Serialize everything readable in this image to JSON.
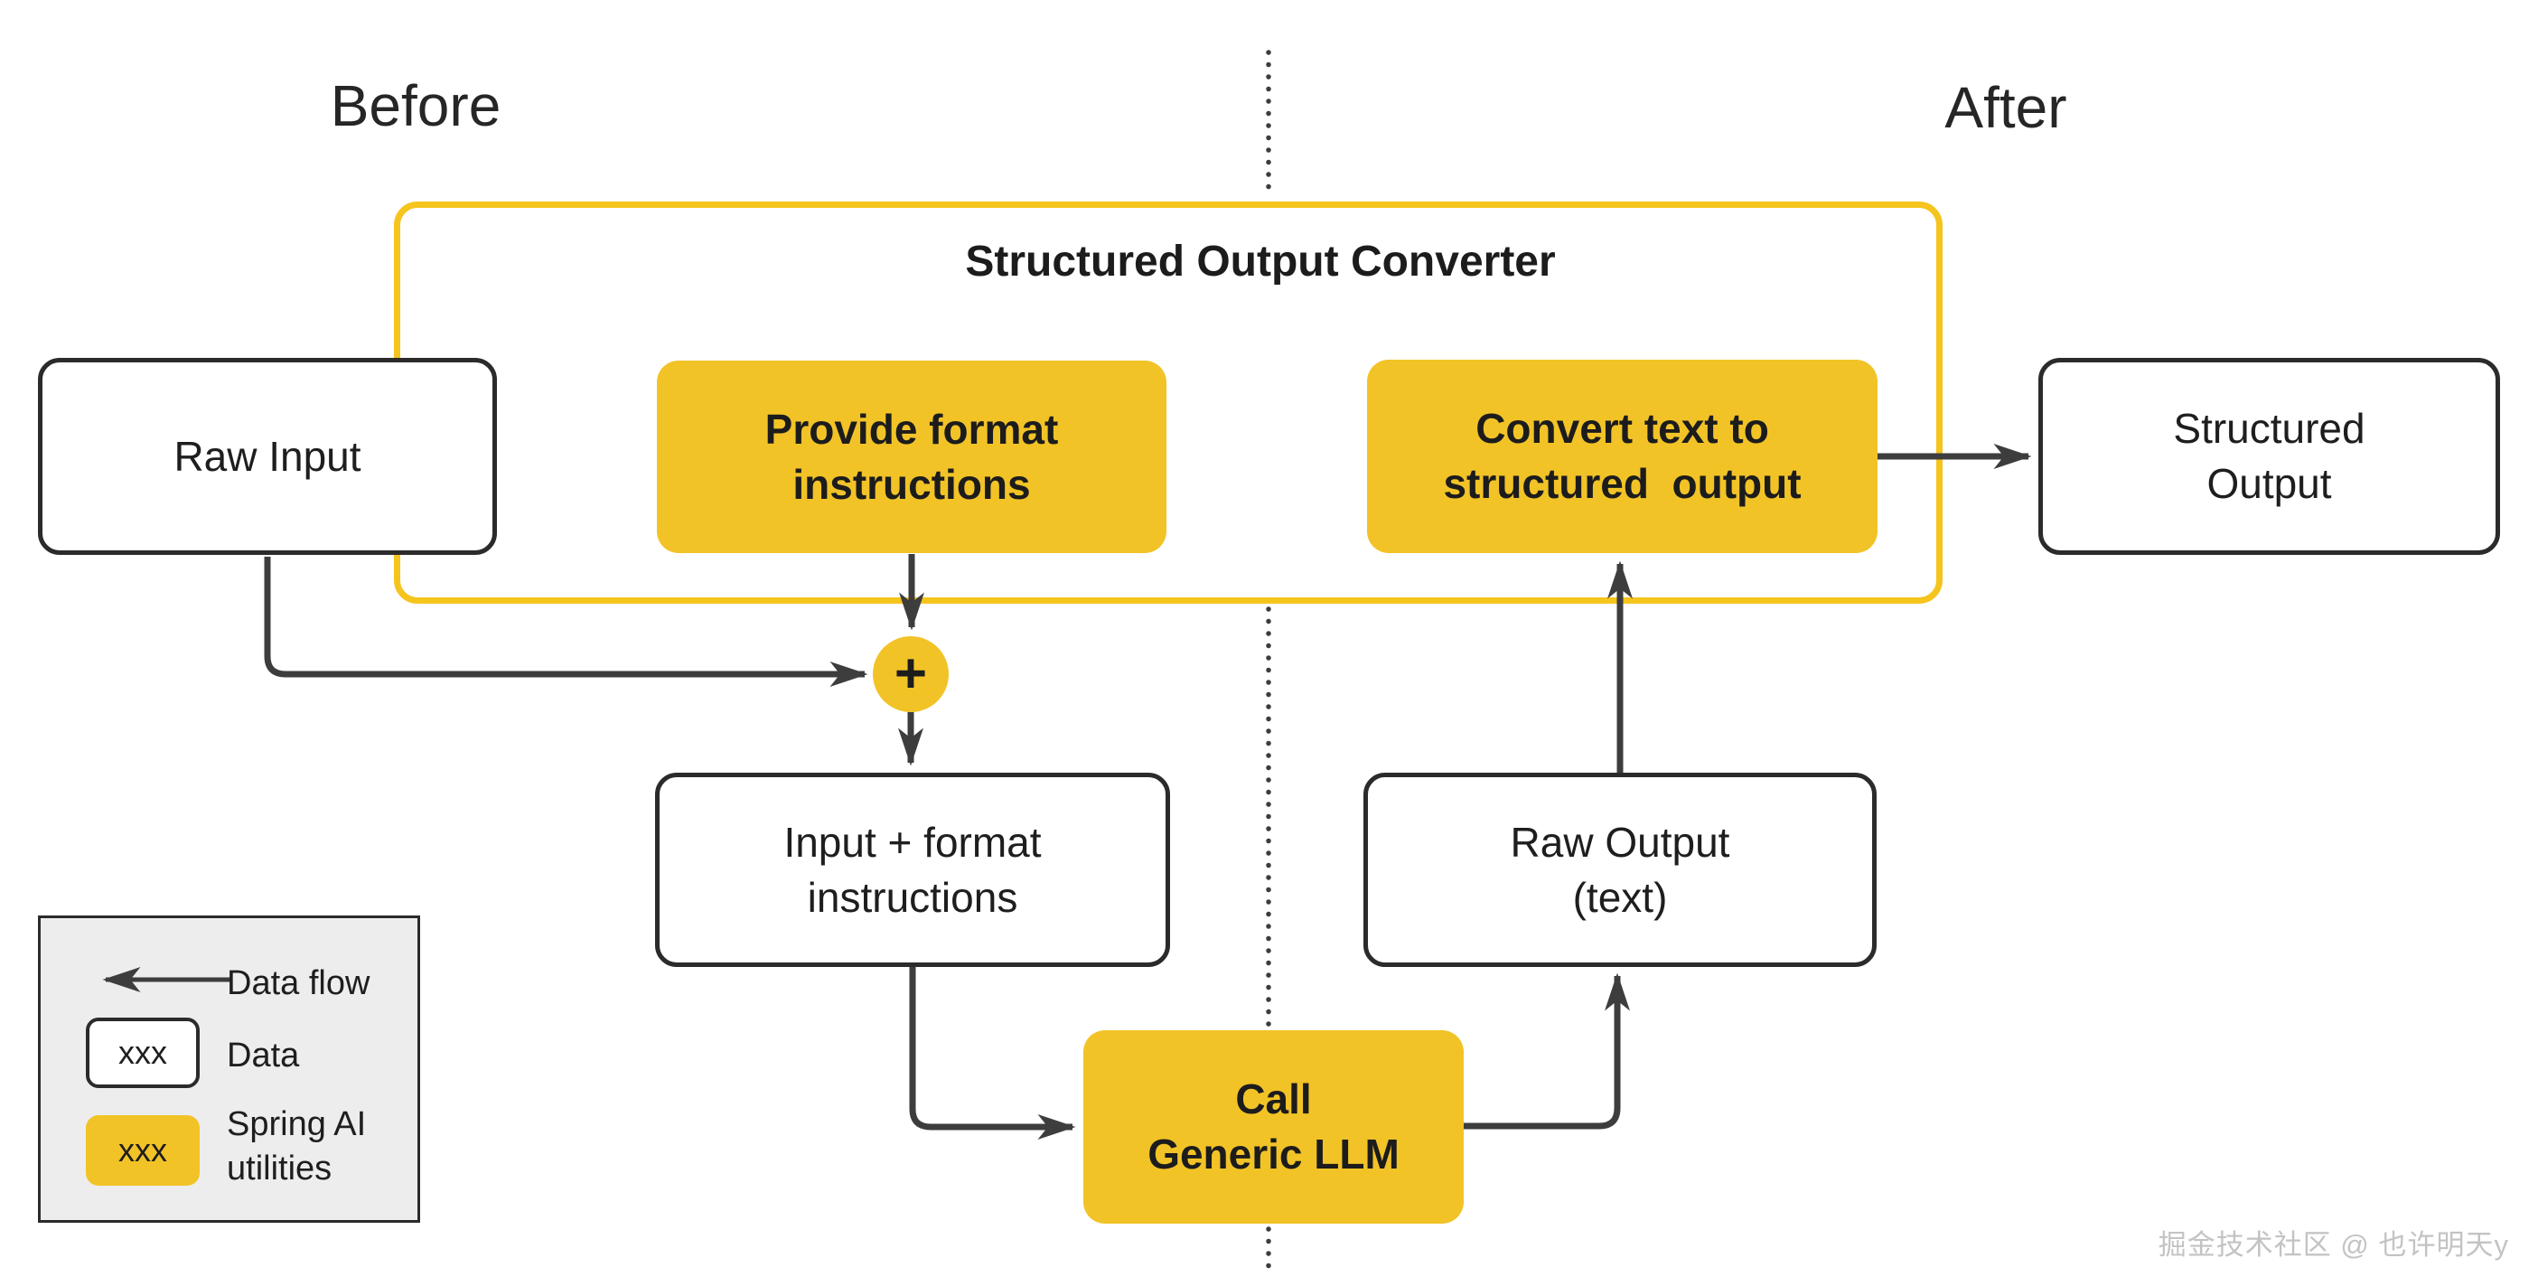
{
  "header": {
    "before_label": "Before",
    "after_label": "After"
  },
  "converter": {
    "title": "Structured Output Converter",
    "provide_box": {
      "line1": "Provide format",
      "line2": "instructions"
    },
    "convert_box": {
      "line1": "Convert text to",
      "line2": "structured  output"
    }
  },
  "nodes": {
    "raw_input": {
      "label": "Raw Input"
    },
    "structured_output": {
      "line1": "Structured",
      "line2": "Output"
    },
    "input_format": {
      "line1": "Input + format",
      "line2": "instructions"
    },
    "raw_output": {
      "line1": "Raw Output",
      "line2": "(text)"
    },
    "call_llm": {
      "line1": "Call",
      "line2": "Generic LLM"
    },
    "plus_junction": {
      "symbol": "+"
    }
  },
  "edges": [
    {
      "from": "raw-input",
      "to": "plus-junction"
    },
    {
      "from": "provide-format-instructions",
      "to": "plus-junction"
    },
    {
      "from": "plus-junction",
      "to": "input-format-instructions"
    },
    {
      "from": "input-format-instructions",
      "to": "call-generic-llm"
    },
    {
      "from": "call-generic-llm",
      "to": "raw-output"
    },
    {
      "from": "raw-output",
      "to": "convert-text-to-structured-output"
    },
    {
      "from": "convert-text-to-structured-output",
      "to": "structured-output"
    }
  ],
  "legend": {
    "flow_label": "Data flow",
    "data_sample": "xxx",
    "data_label": "Data",
    "utility_sample": "xxx",
    "utility_line1": "Spring AI",
    "utility_line2": "utilities"
  },
  "watermark": "掘金技术社区 @ 也许明天y",
  "colors": {
    "utility_yellow": "#F2C327",
    "container_border_yellow": "#F5C41D",
    "flow_stroke": "#3D3D3D",
    "data_box_border": "#2B2B2B",
    "legend_background": "#EDEDED",
    "text_dark": "#1E1E1E",
    "watermark_gray": "#C3C3C3"
  }
}
